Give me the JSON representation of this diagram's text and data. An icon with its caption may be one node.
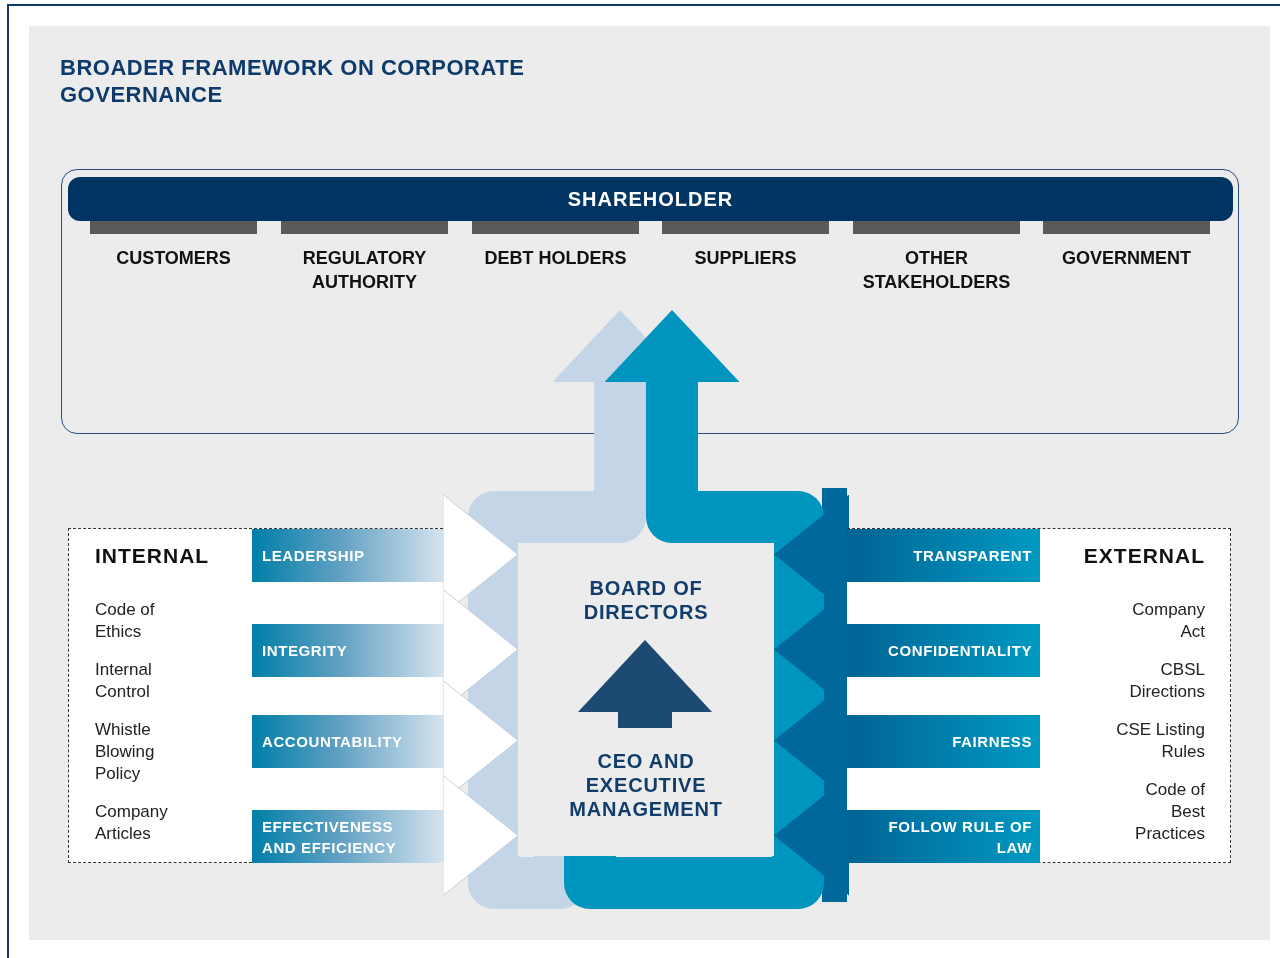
{
  "diagram": {
    "title": "BROADER FRAMEWORK ON CORPORATE GOVERNANCE",
    "nodes": [
      {
        "text": [],
        "shape": "box"
      },
      {
        "text": [
          "SHAREHOLDER"
        ],
        "in": 0
      },
      {
        "text": [
          "CUSTOMERS"
        ],
        "in": 0
      },
      {
        "text": [
          "REGULATORY AUTHORITY"
        ],
        "in": 0
      },
      {
        "text": [
          "DEBT HOLDERS"
        ],
        "in": 0
      },
      {
        "text": [
          "SUPPLIERS"
        ],
        "in": 0
      },
      {
        "text": [
          "OTHER STAKEHOLDERS"
        ],
        "in": 0
      },
      {
        "text": [
          "GOVERNMENT"
        ],
        "in": 0
      },
      {
        "text": [
          "INTERNAL",
          "Code of Ethics",
          "Internal Control",
          "Whistle Blowing Policy",
          "Company Articles"
        ]
      },
      {
        "text": [
          "LEADERSHIP"
        ],
        "in": 8
      },
      {
        "text": [
          "INTEGRITY"
        ],
        "in": 8
      },
      {
        "text": [
          "ACCOUNTABILITY"
        ],
        "in": 8
      },
      {
        "text": [
          "EFFECTIVENESS AND EFFICIENCY"
        ],
        "in": 8
      },
      {
        "text": [
          "BOARD OF DIRECTORS",
          "CEO AND EXECUTIVE MANAGEMENT"
        ]
      },
      {
        "text": [
          "EXTERNAL",
          "Company Act",
          "CBSL Directions",
          "CSE Listing Rules",
          "Code of Best Practices"
        ]
      },
      {
        "text": [
          "TRANSPARENT"
        ],
        "in": 14
      },
      {
        "text": [
          "CONFIDENTIALITY"
        ],
        "in": 14
      },
      {
        "text": [
          "FAIRNESS"
        ],
        "in": 14
      },
      {
        "text": [
          "FOLLOW RULE OF LAW"
        ],
        "in": 14
      }
    ],
    "edges": [
      {
        "from": 13,
        "to": 0,
        "arrow": "to",
        "style": "thick",
        "color": "#c3d5e6"
      },
      {
        "from": 13,
        "to": 0,
        "arrow": "to",
        "style": "thick",
        "color": "#0095bf"
      },
      {
        "from": 9,
        "to": 13,
        "arrow": "to",
        "color": "#ffffff"
      },
      {
        "from": 10,
        "to": 13,
        "arrow": "to",
        "color": "#ffffff"
      },
      {
        "from": 11,
        "to": 13,
        "arrow": "to",
        "color": "#ffffff"
      },
      {
        "from": 12,
        "to": 13,
        "arrow": "to",
        "color": "#ffffff"
      },
      {
        "from": 15,
        "to": 13,
        "arrow": "to",
        "color": "#00689a"
      },
      {
        "from": 16,
        "to": 13,
        "arrow": "to",
        "color": "#00689a"
      },
      {
        "from": 17,
        "to": 13,
        "arrow": "to",
        "color": "#00689a"
      },
      {
        "from": 18,
        "to": 13,
        "arrow": "to",
        "color": "#00689a"
      }
    ]
  }
}
